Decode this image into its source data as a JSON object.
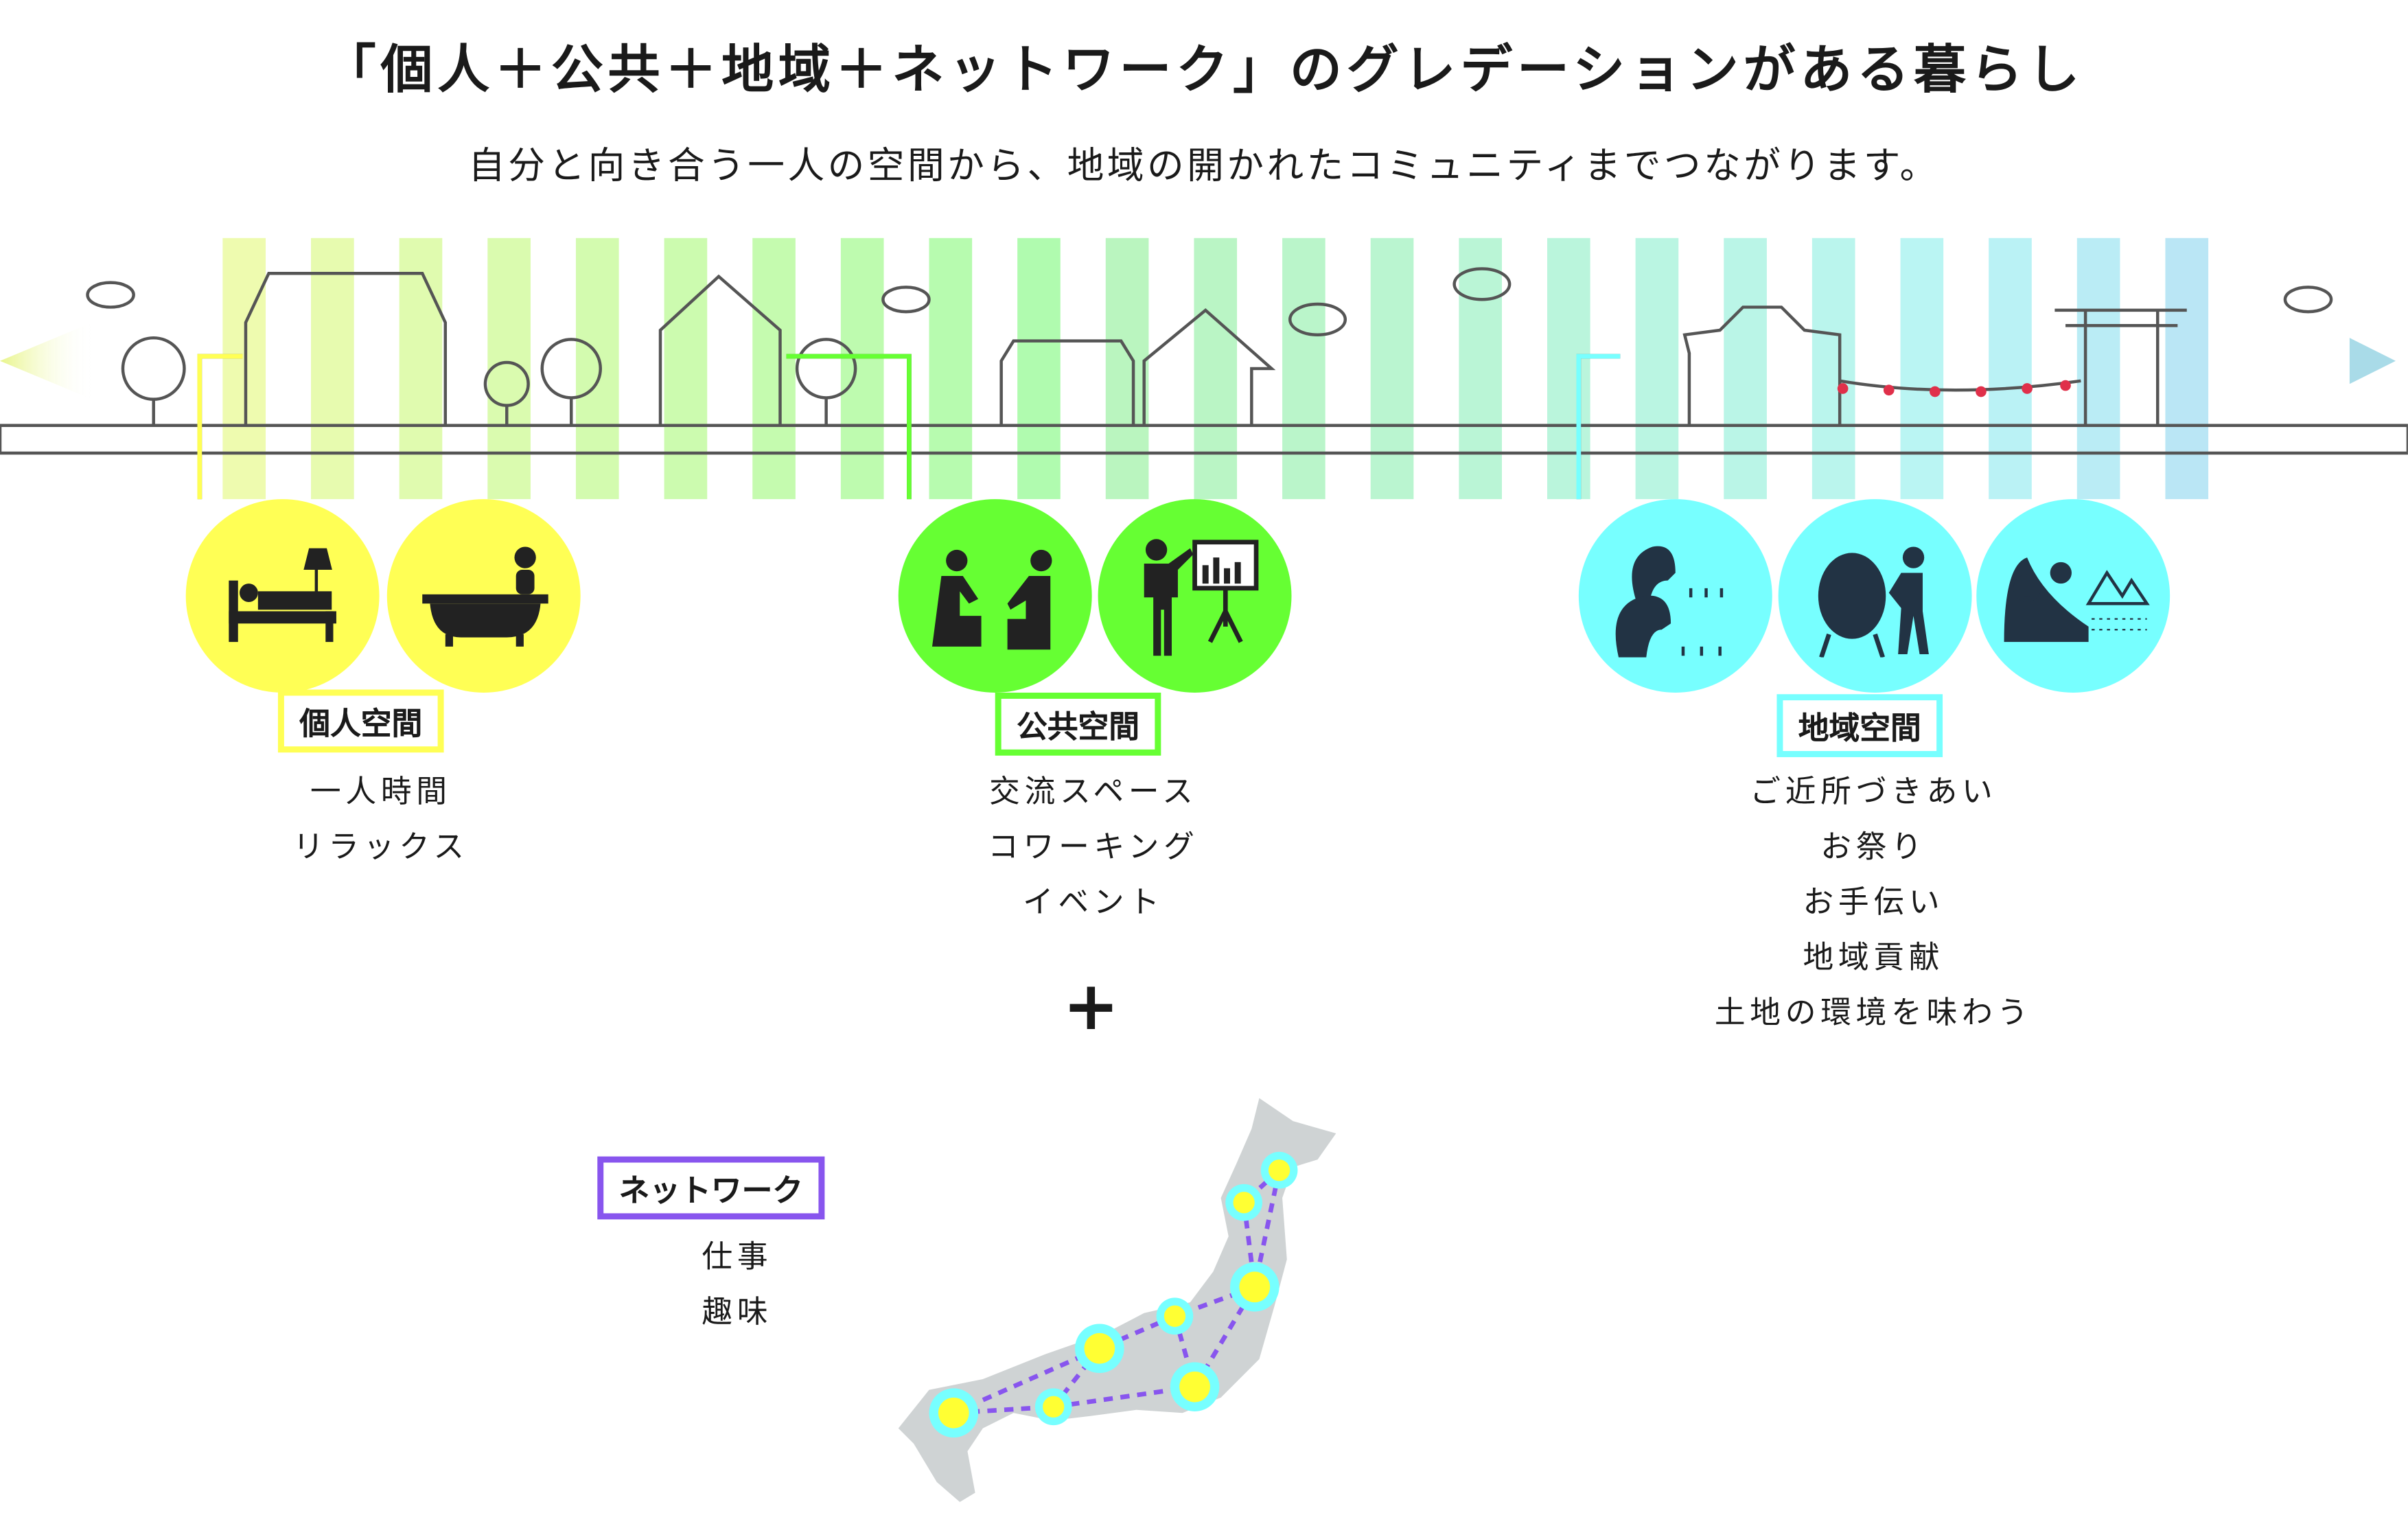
{
  "title": "「個人＋公共＋地域＋ネットワーク」のグレデーションがある暮らし",
  "subtitle": "自分と向き合う一人の空間から、地域の開かれたコミュニティまでつながります。",
  "colors": {
    "personal": "#ffff55",
    "public": "#66ff33",
    "local": "#77ffff",
    "network": "#8855ee",
    "line": "#555555"
  },
  "sections": [
    {
      "label": "個人空間",
      "items": [
        "一人時間",
        "リラックス"
      ],
      "icons": [
        "bed-icon",
        "bathtub-icon"
      ]
    },
    {
      "label": "公共空間",
      "items": [
        "交流スペース",
        "コワーキング",
        "イベント"
      ],
      "icons": [
        "conversation-icon",
        "presentation-icon"
      ]
    },
    {
      "label": "地域空間",
      "items": [
        "ご近所づきあい",
        "お祭り",
        "お手伝い",
        "地域貢献",
        "土地の環境を味わう"
      ],
      "icons": [
        "neighbors-icon",
        "taiko-drum-icon",
        "nature-landscape-icon"
      ]
    }
  ],
  "plus": "+",
  "network": {
    "label": "ネットワーク",
    "items": [
      "仕事",
      "趣味"
    ]
  }
}
